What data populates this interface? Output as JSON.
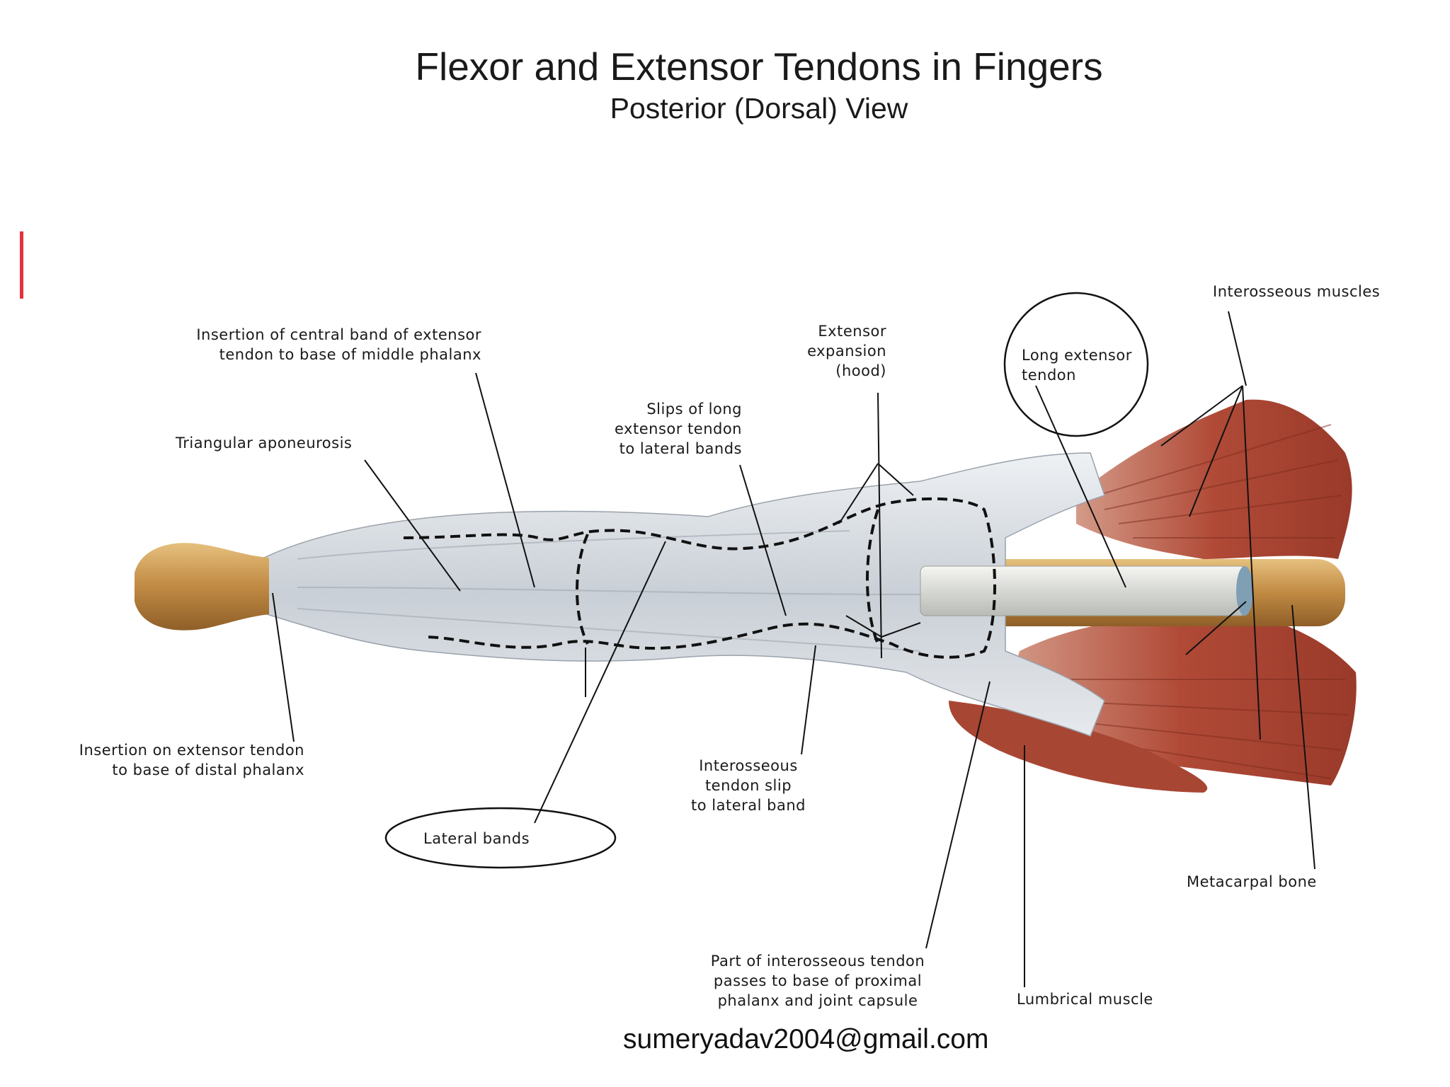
{
  "title": "Flexor and Extensor Tendons in Fingers",
  "subtitle": "Posterior (Dorsal) View",
  "labels": {
    "interosseous_muscles": "Interosseous muscles",
    "insertion_central_band": "Insertion of central band of extensor\ntendon to base of middle phalanx",
    "extensor_expansion": "Extensor\nexpansion\n(hood)",
    "long_extensor_tendon": "Long extensor\ntendon",
    "slips_long_extensor": "Slips of long\nextensor tendon\nto lateral bands",
    "triangular_aponeurosis": "Triangular aponeurosis",
    "insertion_distal": "Insertion on extensor tendon\nto base of distal phalanx",
    "interosseous_slip": "Interosseous\ntendon slip\nto lateral band",
    "lateral_bands": "Lateral bands",
    "metacarpal_bone": "Metacarpal bone",
    "part_interosseous": "Part of interosseous tendon\npasses to base of proximal\nphalanx and joint capsule",
    "lumbrical_muscle": "Lumbrical muscle"
  },
  "footer_email": "sumeryadav2004@gmail.com",
  "colors": {
    "bone": "#c89a55",
    "muscle": "#b0503e",
    "tendon": "#d8dde3",
    "accent": "#e2333a"
  }
}
